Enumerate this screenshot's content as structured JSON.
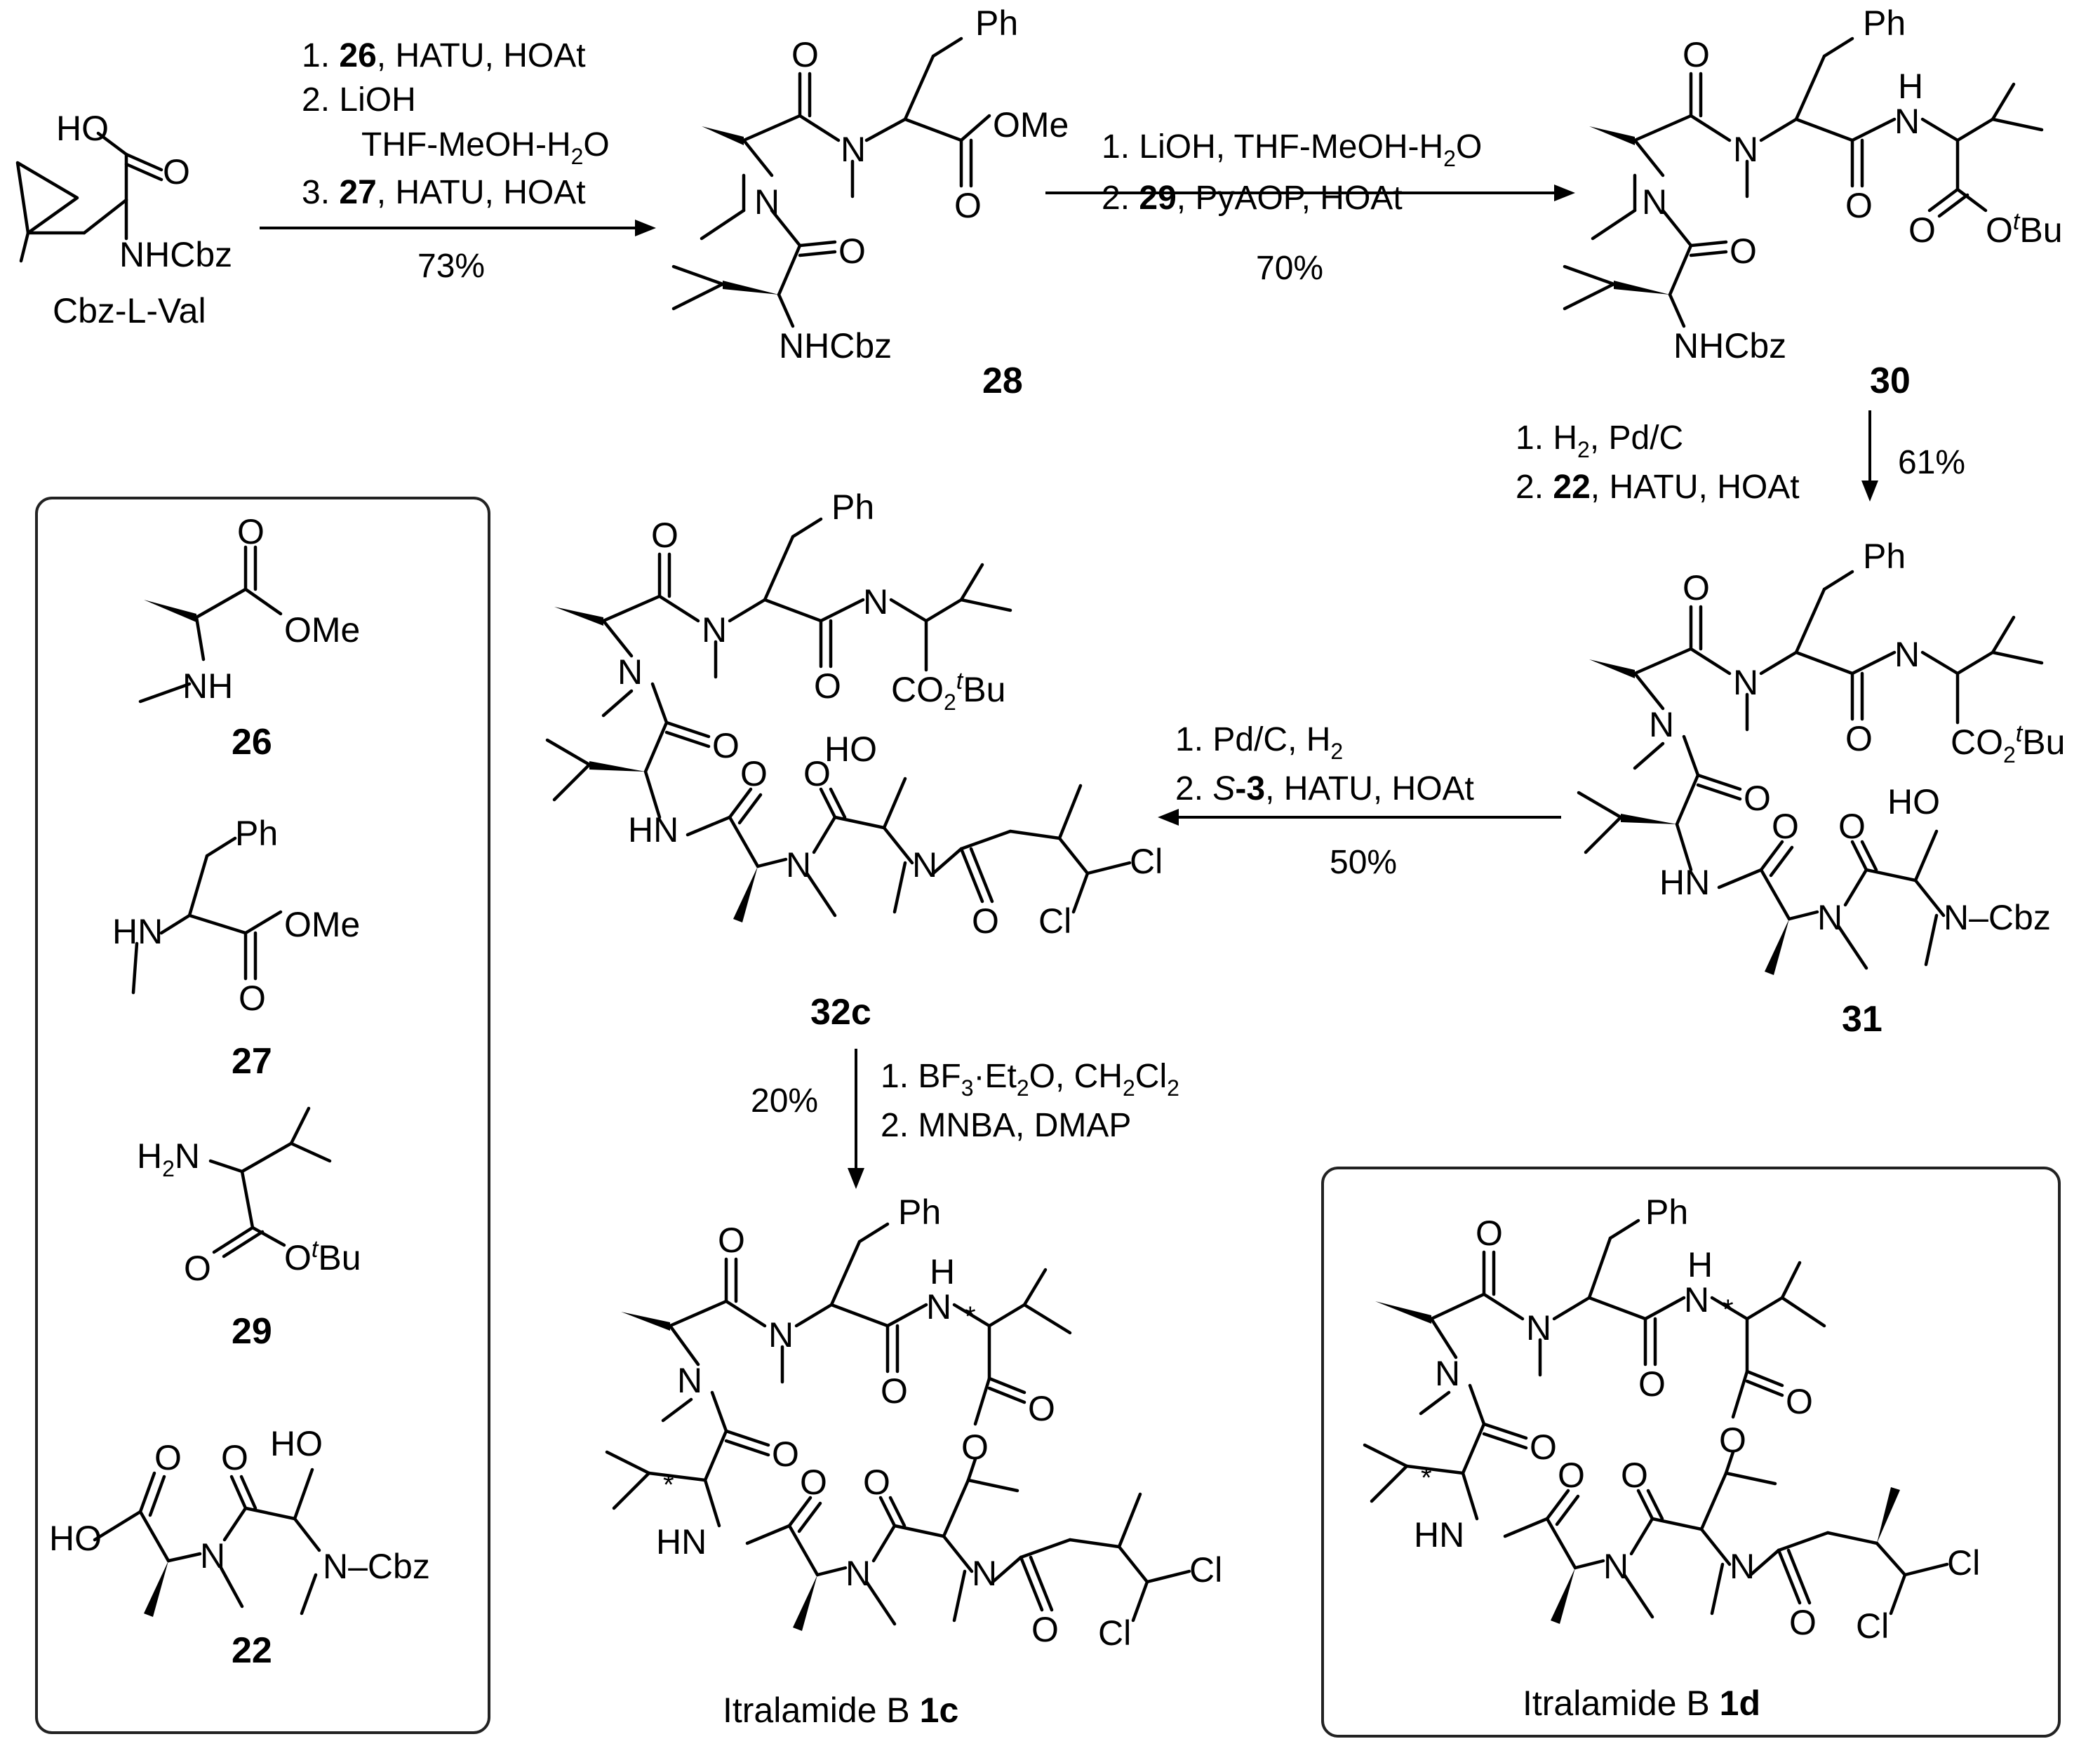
{
  "compounds": {
    "cbz_val": {
      "label": "Cbz-L-Val",
      "HO": "HO",
      "O": "O",
      "NHCbz": "NHCbz"
    },
    "c28": {
      "label": "28",
      "Ph": "Ph",
      "OMe": "OMe",
      "O": "O",
      "N": "N",
      "NHCbz": "NHCbz"
    },
    "c30": {
      "label": "30",
      "Ph": "Ph",
      "OtBu": "O",
      "tBu_sup": "t",
      "tBu": "Bu",
      "H": "H",
      "N": "N",
      "O": "O",
      "NHCbz": "NHCbz"
    },
    "c31": {
      "label": "31",
      "Ph": "Ph",
      "HO": "HO",
      "HN": "HN",
      "CO2tBu": "CO",
      "sub2": "2",
      "N": "N",
      "NCbz": "N–Cbz",
      "O": "O"
    },
    "c32c": {
      "label": "32c",
      "Ph": "Ph",
      "HO": "HO",
      "HN": "HN",
      "CO2tBu": "CO",
      "Cl": "Cl",
      "N": "N",
      "O": "O"
    },
    "c1c": {
      "label_text": "Itralamide B ",
      "label_bold": "1c",
      "Ph": "Ph",
      "Cl": "Cl",
      "HN": "HN",
      "H": "H",
      "N": "N",
      "O": "O",
      "star": "*"
    },
    "c1d": {
      "label_text": "Itralamide B ",
      "label_bold": "1d",
      "Ph": "Ph",
      "Cl": "Cl",
      "HN": "HN",
      "H": "H",
      "N": "N",
      "O": "O",
      "star": "*"
    },
    "c26": {
      "label": "26",
      "OMe": "OMe",
      "NH": "NH",
      "O": "O"
    },
    "c27": {
      "label": "27",
      "Ph": "Ph",
      "OMe": "OMe",
      "HN": "HN",
      "O": "O"
    },
    "c29": {
      "label": "29",
      "H2N": "H",
      "O": "O"
    },
    "c22": {
      "label": "22",
      "HO": "HO",
      "N": "N",
      "NCbz": "N–Cbz",
      "O": "O"
    }
  },
  "steps": {
    "s1": {
      "l1": "1. ",
      "l1b": "26",
      "l1c": ", HATU, HOAt",
      "l2": "2. LiOH",
      "l3": "THF-MeOH-H",
      "l3b": "O",
      "l4": "3. ",
      "l4b": "27",
      "l4c": ", HATU, HOAt",
      "yield": "73%"
    },
    "s2": {
      "l1": "1. LiOH, THF-MeOH-H",
      "l1b": "O",
      "l2": "2. ",
      "l2b": "29",
      "l2c": ", PyAOP, HOAt",
      "yield": "70%"
    },
    "s3": {
      "l1": "1. H",
      "l1b": ", Pd/C",
      "l2": "2. ",
      "l2b": "22",
      "l2c": ", HATU, HOAt",
      "yield": "61%"
    },
    "s4": {
      "l1": "1. Pd/C, H",
      "l2": "2. ",
      "l2i": "S",
      "l2b": "-3",
      "l2c": ", HATU, HOAt",
      "yield": "50%"
    },
    "s5": {
      "l1": "1. BF",
      "l1b": "·Et",
      "l1c": "O, CH",
      "l1d": "Cl",
      "l2": "2. MNBA, DMAP",
      "yield": "20%"
    }
  },
  "colors": {
    "ink": "#000000",
    "background": "#ffffff",
    "box": "#222222"
  }
}
